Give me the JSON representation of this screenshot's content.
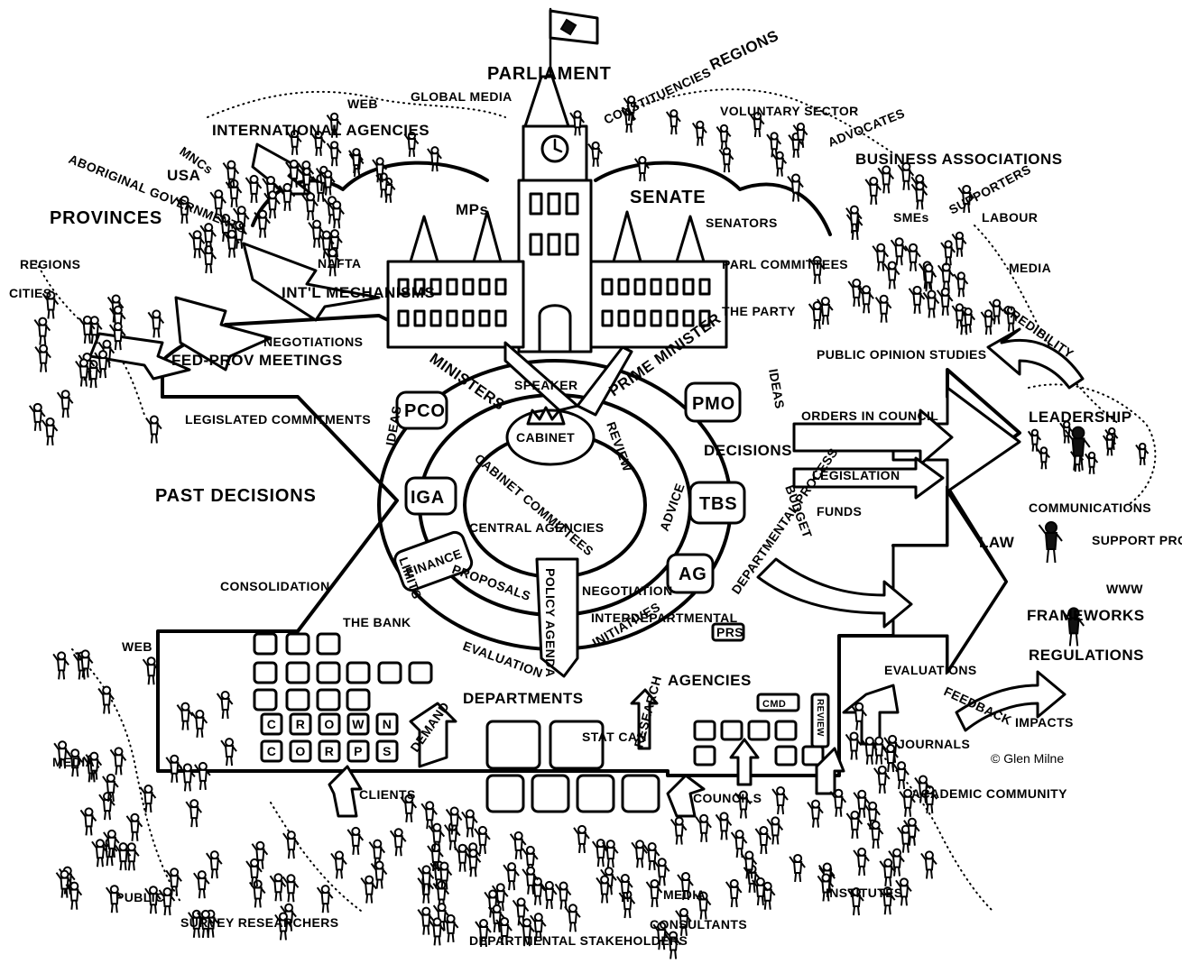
{
  "credit": "© Glen Milne",
  "labels": {
    "parliament": "PARLIAMENT",
    "constituencies": "CONSTITUENCIES",
    "regions_top": "REGIONS",
    "voluntary_sector": "VOLUNTARY SECTOR",
    "advocates": "ADVOCATES",
    "business_associations": "BUSINESS ASSOCIATIONS",
    "supporters": "SUPPORTERS",
    "labour": "LABOUR",
    "smes": "SMEs",
    "media_right": "MEDIA",
    "web_top": "WEB",
    "global_media": "GLOBAL MEDIA",
    "international_agencies": "INTERNATIONAL AGENCIES",
    "mncs": "MNCs",
    "usa": "USA",
    "aboriginal_governments": "ABORIGINAL GOVERNMENTS",
    "provinces": "PROVINCES",
    "regions_left": "REGIONS",
    "cities": "CITIES",
    "nafta": "NAFTA",
    "intl_mechanisms": "INT'L MECHANISMS",
    "negotiations": "NEGOTIATIONS",
    "fed_prov_meetings": "FED-PROV MEETINGS",
    "legislated_commitments": "LEGISLATED COMMITMENTS",
    "past_decisions": "PAST DECISIONS",
    "consolidation": "CONSOLIDATION",
    "mps": "MPs",
    "senate": "SENATE",
    "senators": "SENATORS",
    "parl_committees": "PARL COMMITTEES",
    "the_party": "THE PARTY",
    "public_opinion_studies": "PUBLIC OPINION STUDIES",
    "credibility": "CREDIBILITY",
    "ministers": "MINISTERS",
    "speaker": "SPEAKER",
    "prime_minister": "PRIME MINISTER",
    "pco": "PCO",
    "pmo": "PMO",
    "ideas_left": "IDEAS",
    "ideas_right": "IDEAS",
    "cabinet": "CABINET",
    "cabinet_committees": "CABINET COMMITTEES",
    "review": "REVIEW",
    "iga": "IGA",
    "central_agencies": "CENTRAL AGENCIES",
    "advice": "ADVICE",
    "tbs": "TBS",
    "finance": "FINANCE",
    "proposals": "PROPOSALS",
    "policy_agenda": "POLICY AGENDA",
    "negotiation": "NEGOTIATION",
    "ag": "AG",
    "departmental_process": "DEPARTMENTAL PROCESS",
    "interdepartmental": "INTERDEPARTMENTAL",
    "prs": "PRS",
    "limits": "LIMITS",
    "the_bank": "THE BANK",
    "evaluation": "EVALUATION",
    "initiatives": "INITIATIVES",
    "orders_in_council": "ORDERS IN COUNCIL",
    "decisions": "DECISIONS",
    "legislation": "LEGISLATION",
    "budget": "BUDGET",
    "funds": "FUNDS",
    "leadership": "LEADERSHIP",
    "communications": "COMMUNICATIONS",
    "law": "LAW",
    "support_programs": "SUPPORT PROGRAMS",
    "www": "WWW",
    "frameworks": "FRAMEWORKS",
    "regulations": "REGULATIONS",
    "evaluations": "EVALUATIONS",
    "feedback": "FEEDBACK",
    "impacts": "IMPACTS",
    "journals": "JOURNALS",
    "academic_community": "ACADEMIC COMMUNITY",
    "institutes": "INSTITUTES",
    "agencies": "AGENCIES",
    "departments": "DEPARTMENTS",
    "crown": [
      "C",
      "R",
      "O",
      "W",
      "N"
    ],
    "corps": [
      "C",
      "O",
      "R",
      "P",
      "S"
    ],
    "demand": "DEMAND",
    "stat_can": "STAT CAN",
    "research": "RESEARCH",
    "cmd": "CMD",
    "review_box": "REVIEW",
    "web_left": "WEB",
    "media_left": "MEDIA",
    "clients": "CLIENTS",
    "councils": "COUNCILS",
    "public": "PUBLIC",
    "survey_researchers": "SURVEY RESEARCHERS",
    "departmental_stakeholders": "DEPARTMENTAL STAKEHOLDERS",
    "media_bottom": "MEDIA",
    "consultants": "CONSULTANTS"
  }
}
